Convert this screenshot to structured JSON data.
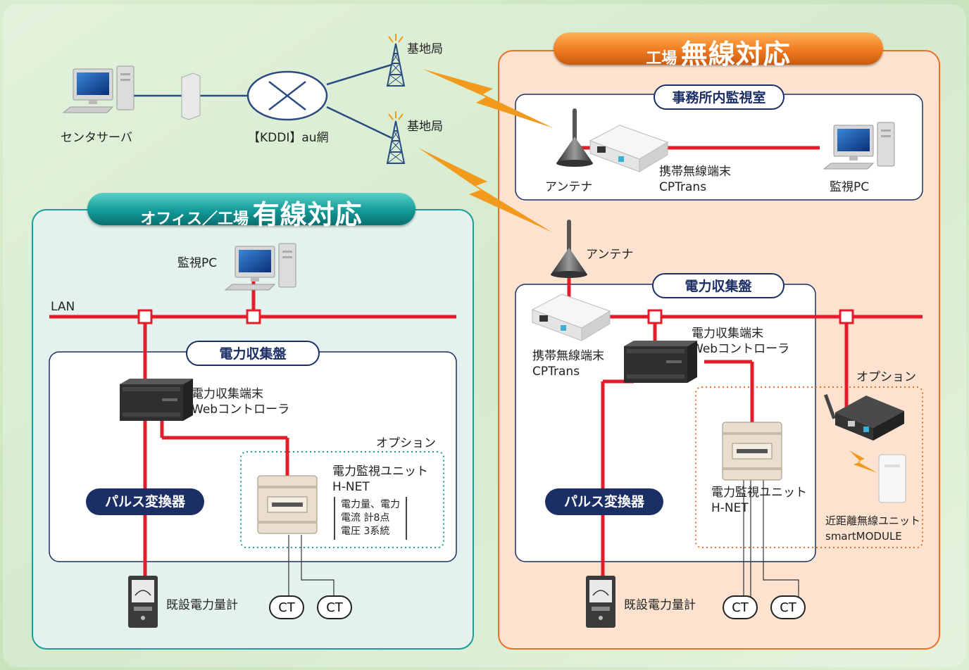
{
  "banners": {
    "wired": {
      "small": "オフィス／工場",
      "big": "有線対応"
    },
    "wireless": {
      "small": "工場",
      "big": "無線対応"
    }
  },
  "network": {
    "center_server": "センタサーバ",
    "carrier": "【KDDI】au網",
    "base_station_1": "基地局",
    "base_station_2": "基地局"
  },
  "wired": {
    "monitor_pc": "監視PC",
    "lan": "LAN",
    "panel_label": "電力収集盤",
    "controller_line1": "電力収集端末",
    "controller_line2": "Webコントローラ",
    "option_label": "オプション",
    "unit_line1": "電力監視ユニット",
    "unit_line2": "H-NET",
    "spec_line1": "電力量、電力",
    "spec_line2": "電流  計8点",
    "spec_line3": "電圧  3系統",
    "pulse_converter": "パルス変換器",
    "meter": "既設電力量計",
    "ct1": "CT",
    "ct2": "CT"
  },
  "wireless": {
    "office_label": "事務所内監視室",
    "antenna_office": "アンテナ",
    "terminal_office_line1": "携帯無線端末",
    "terminal_office_line2": "CPTrans",
    "monitor_pc": "監視PC",
    "antenna_main": "アンテナ",
    "panel_label": "電力収集盤",
    "terminal_line1": "携帯無線端末",
    "terminal_line2": "CPTrans",
    "controller_line1": "電力収集端末",
    "controller_line2": "Webコントローラ",
    "option_label": "オプション",
    "unit_line1": "電力監視ユニット",
    "unit_line2": "H-NET",
    "smart_line1": "近距離無線ユニット",
    "smart_line2": "smartMODULE",
    "pulse_converter": "パルス変換器",
    "meter": "既設電力量計",
    "ct1": "CT",
    "ct2": "CT"
  },
  "colors": {
    "wired_panel": "#e3f2ee",
    "wired_border": "#1a9c9a",
    "wireless_panel": "#fde3cf",
    "wireless_border": "#e8712a",
    "line_red": "#e31d2b",
    "navy": "#1b2f66",
    "lightning": "#f29a1d"
  }
}
